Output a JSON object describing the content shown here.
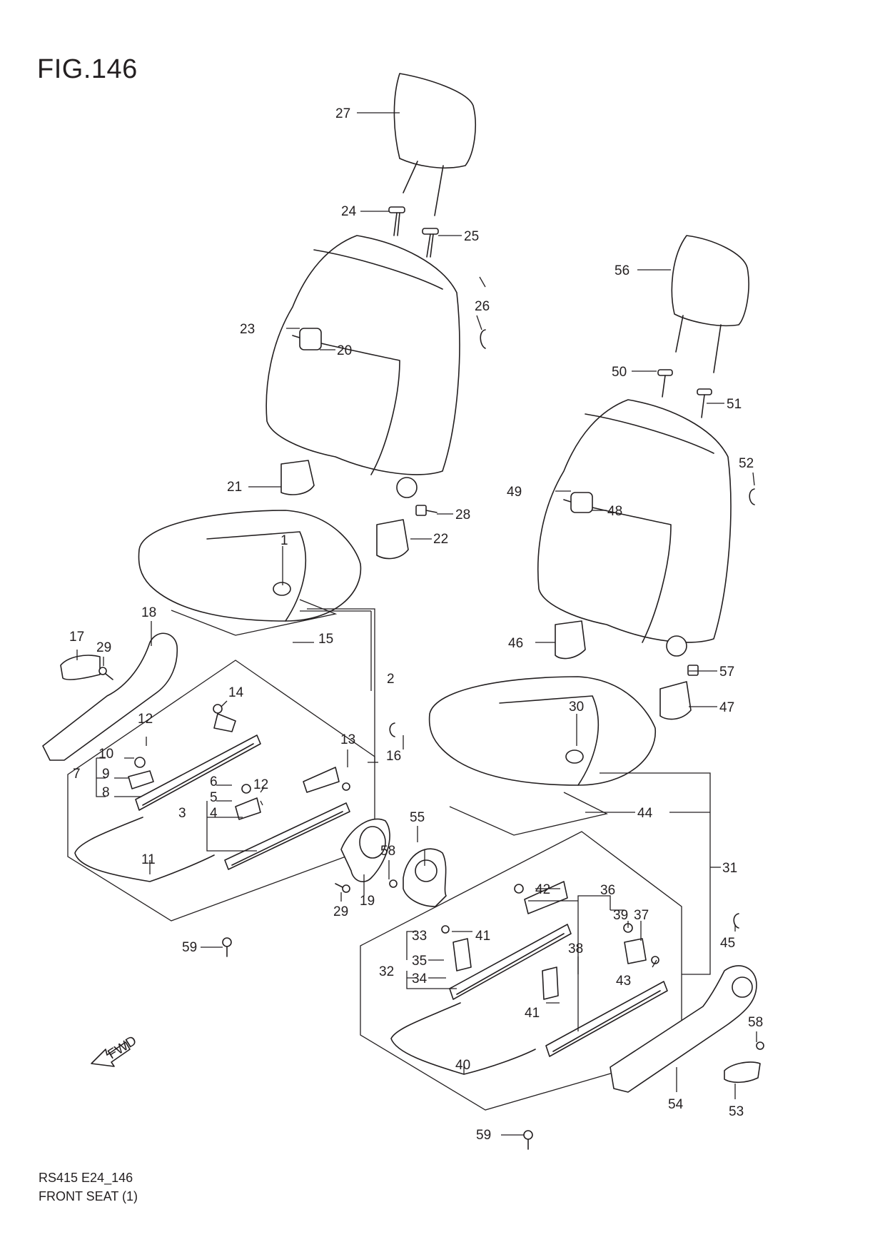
{
  "figure_title": "FIG.146",
  "footer": {
    "code": "RS415 E24_146",
    "caption": "FRONT SEAT (1)"
  },
  "fwd_label": "FWD",
  "callouts": [
    "1",
    "2",
    "3",
    "4",
    "5",
    "6",
    "7",
    "8",
    "9",
    "10",
    "11",
    "12",
    "12",
    "13",
    "14",
    "15",
    "16",
    "17",
    "18",
    "19",
    "20",
    "21",
    "22",
    "23",
    "24",
    "25",
    "26",
    "27",
    "28",
    "29",
    "29",
    "30",
    "31",
    "32",
    "33",
    "34",
    "35",
    "36",
    "37",
    "38",
    "39",
    "40",
    "41",
    "41",
    "42",
    "43",
    "44",
    "45",
    "46",
    "47",
    "48",
    "49",
    "50",
    "51",
    "52",
    "53",
    "54",
    "55",
    "56",
    "57",
    "58",
    "58",
    "59",
    "59"
  ]
}
